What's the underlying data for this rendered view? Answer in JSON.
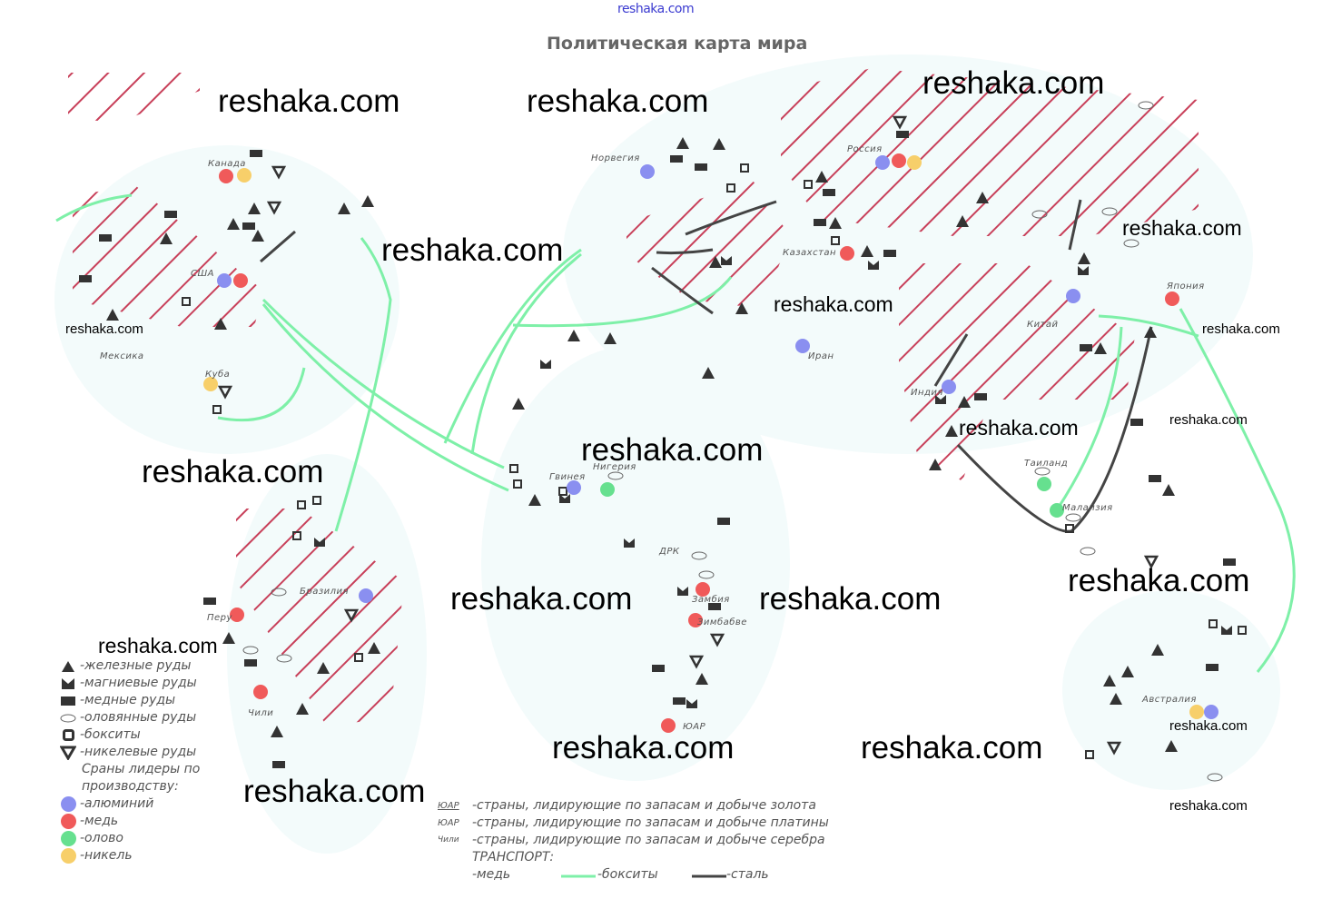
{
  "header": {
    "site": "reshaka.com",
    "title": "Политическая карта мира"
  },
  "map": {
    "countries": [
      "Канада",
      "США",
      "Мексика",
      "Куба",
      "Перу",
      "Бразилия",
      "Чили",
      "Норвегия",
      "Россия",
      "Казахстан",
      "Иран",
      "Китай",
      "Япония",
      "Индия",
      "Таиланд",
      "Малайзия",
      "Гвинея",
      "Нигерия",
      "ДРК",
      "Замбия",
      "Зимбабве",
      "ЮАР",
      "Австралия"
    ]
  },
  "legend": {
    "ores": [
      "-железные руды",
      "-магниевые руды",
      "-медные руды",
      "-оловянные руды",
      "-бокситы",
      "-никелевые руды"
    ],
    "leaders_title_1": "Сраны лидеры по",
    "leaders_title_2": "производству:",
    "leaders": [
      "-алюминий",
      "-медь",
      "-олово",
      "-никель"
    ],
    "metals": [
      {
        "abbr": "ЮАР",
        "text": "-страны, лидирующие по запасам и добыче золота"
      },
      {
        "abbr": "ЮАР",
        "text": "-страны, лидирующие по запасам и добыче платины"
      },
      {
        "abbr": "Чили",
        "text": "-страны, лидирующие по запасам и добыче серебра"
      }
    ],
    "transport_title": "ТРАНСПОРТ:",
    "transport": [
      "-медь",
      "-бокситы",
      "-сталь"
    ]
  },
  "colors": {
    "aluminium": "#8a8ff0",
    "copper": "#f05a5a",
    "tin": "#66e08f",
    "nickel": "#f7cf6a",
    "hatch": "#c8405a",
    "bauxite_route": "#7ef0a8",
    "steel_route": "#444444"
  },
  "watermarks": [
    "reshaka.com",
    "reshaka.com",
    "reshaka.com",
    "reshaka.com",
    "reshaka.com",
    "reshaka.com",
    "reshaka.com",
    "reshaka.com",
    "reshaka.com",
    "reshaka.com",
    "reshaka.com",
    "reshaka.com",
    "reshaka.com",
    "reshaka.com",
    "reshaka.com",
    "reshaka.com",
    "reshaka.com",
    "reshaka.com",
    "reshaka.com",
    "reshaka.com",
    "reshaka.com"
  ]
}
